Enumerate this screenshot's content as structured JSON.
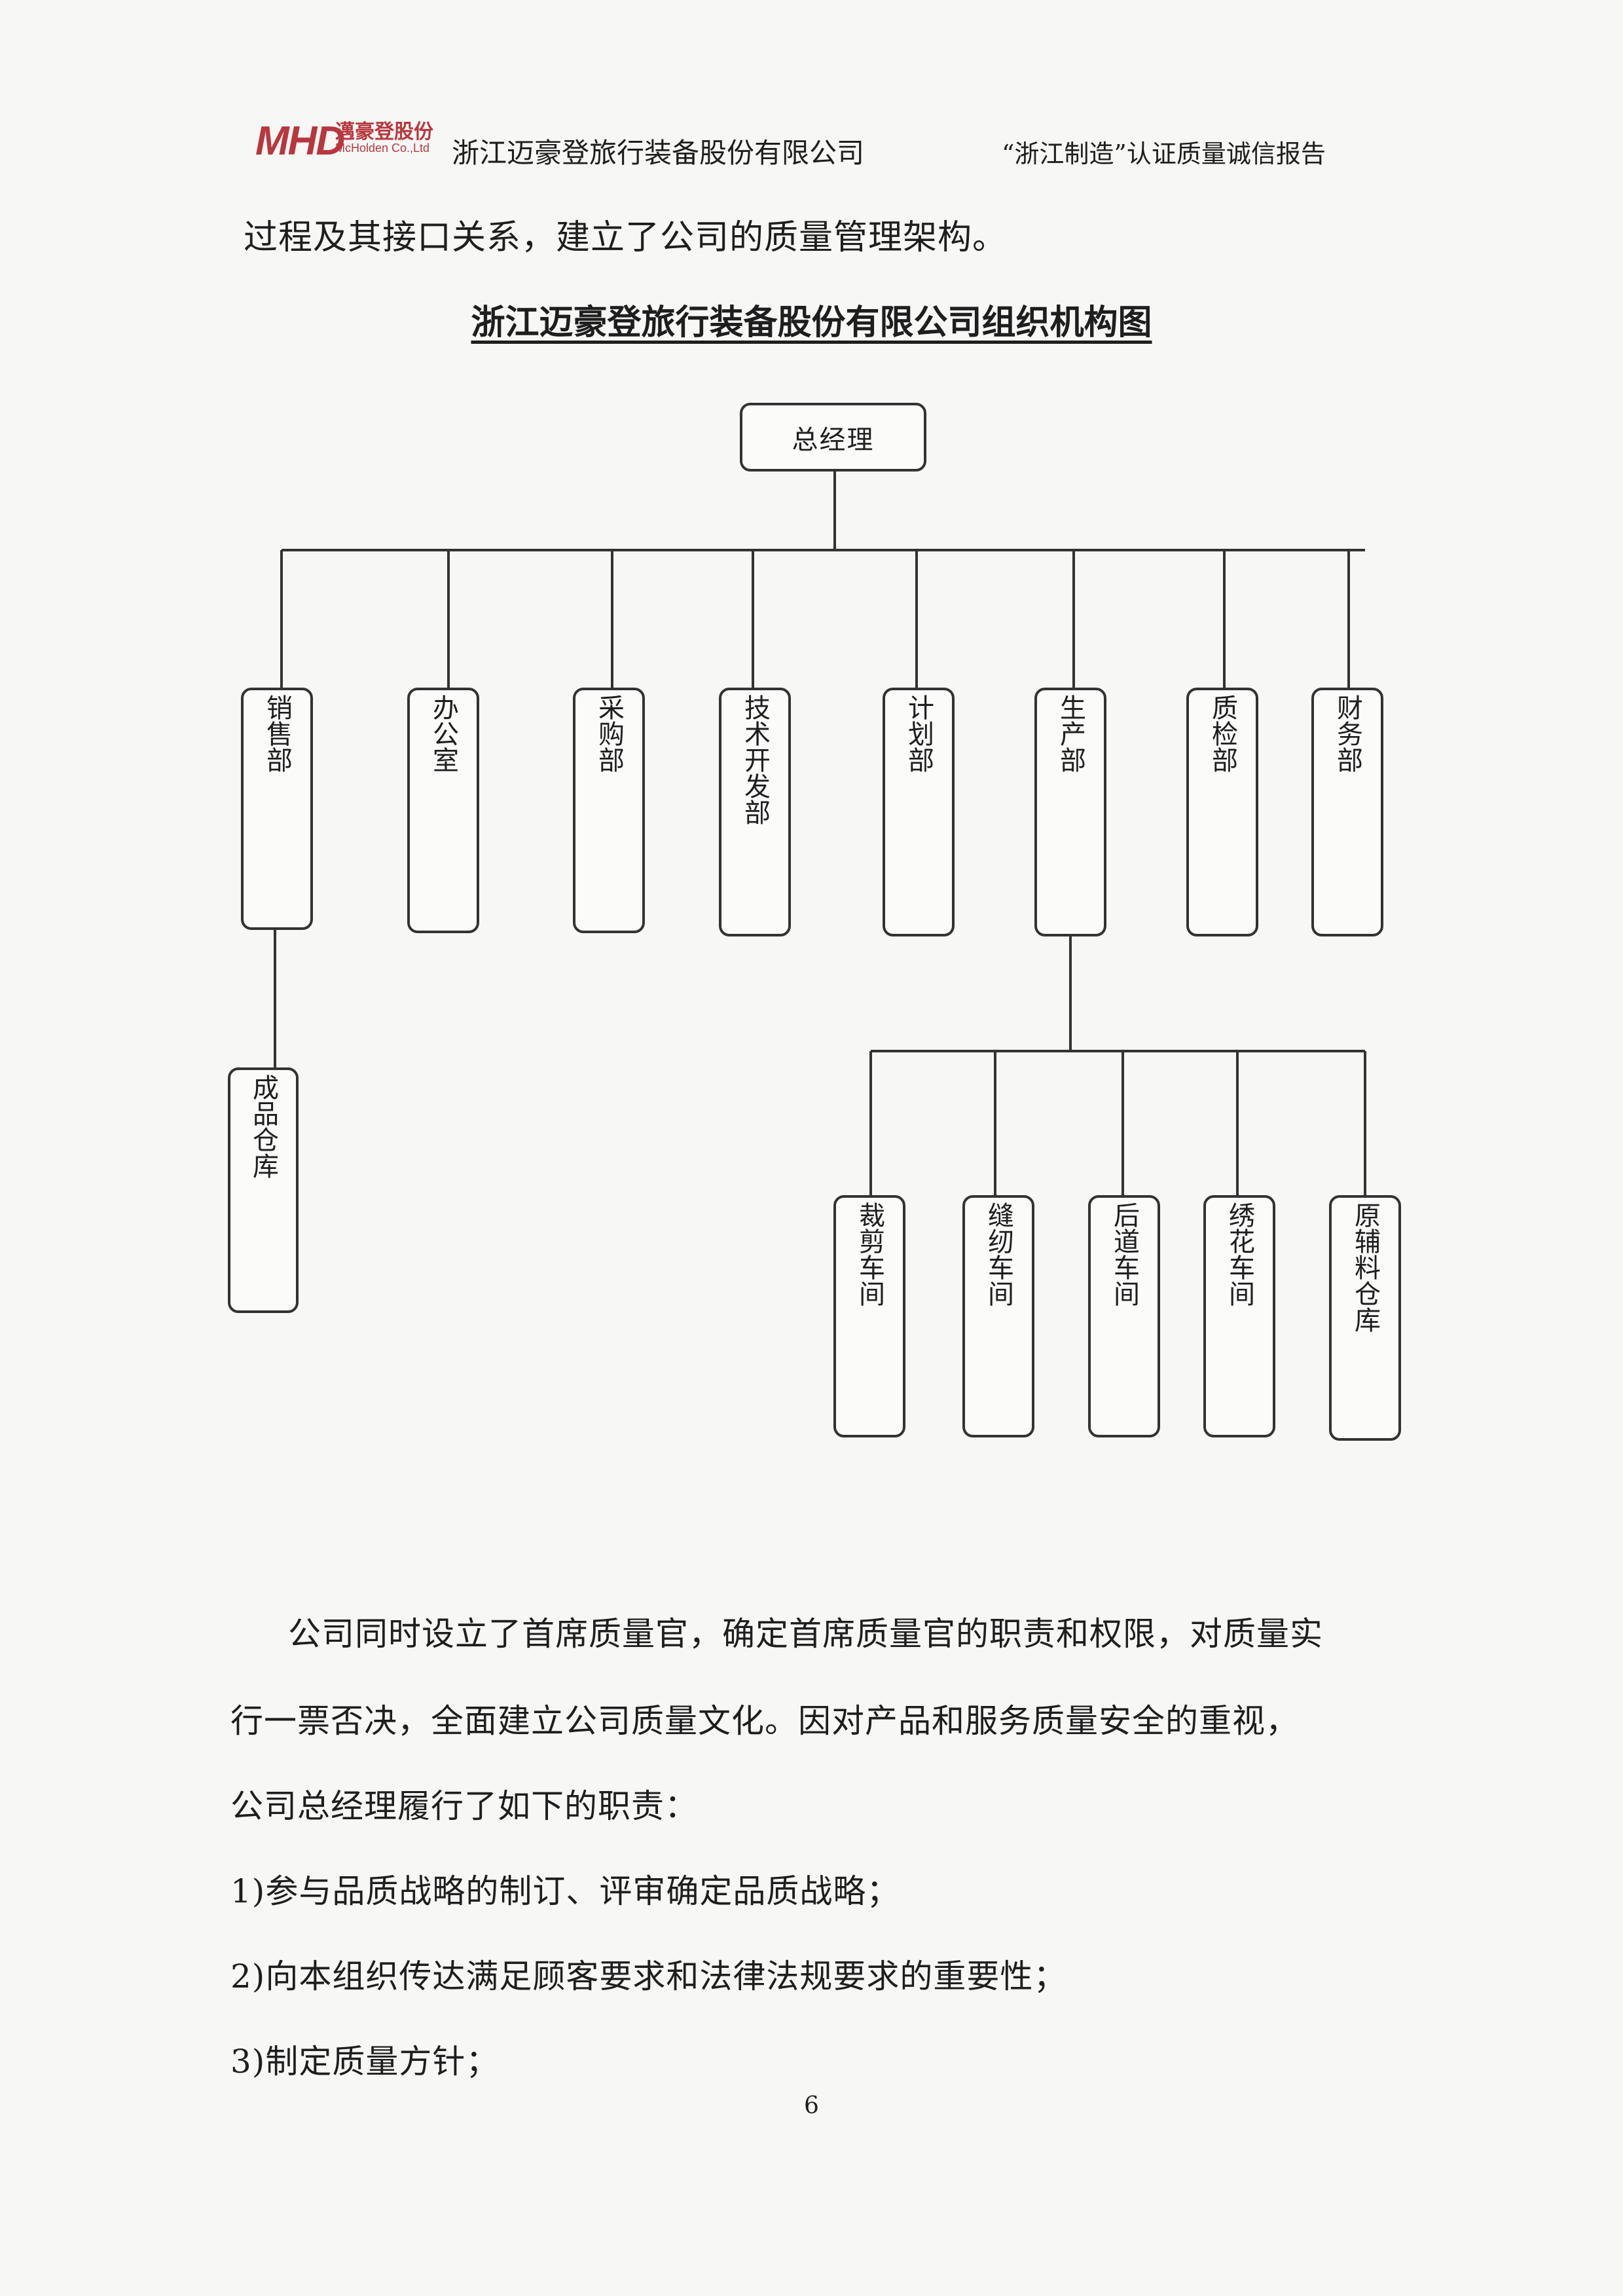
{
  "header": {
    "logo_mark": "MHD",
    "logo_cn": "邁豪登股份",
    "logo_en": "McHolden Co.,Ltd",
    "company_name": "浙江迈豪登旅行装备股份有限公司",
    "report_title": "“浙江制造”认证质量诚信报告"
  },
  "intro_line": "过程及其接口关系，建立了公司的质量管理架构。",
  "chart_title": "浙江迈豪登旅行装备股份有限公司组织机构图",
  "org": {
    "root": "总经理",
    "departments": [
      "销售部",
      "办公室",
      "采购部",
      "技术开发部",
      "计划部",
      "生产部",
      "质检部",
      "财务部"
    ],
    "sales_sub": [
      "成品仓库"
    ],
    "production_sub": [
      "裁剪车间",
      "缝纫车间",
      "后道车间",
      "绣花车间",
      "原辅料仓库"
    ]
  },
  "paragraphs": [
    "公司同时设立了首席质量官，确定首席质量官的职责和权限，对质量实",
    "行一票否决，全面建立公司质量文化。因对产品和服务质量安全的重视，",
    "公司总经理履行了如下的职责：",
    "1)参与品质战略的制订、评审确定品质战略；",
    "2)向本组织传达满足顾客要求和法律法规要求的重要性；",
    "3)制定质量方针；"
  ],
  "page_number": "6",
  "colors": {
    "logo": "#b8373e",
    "line": "#333333"
  }
}
